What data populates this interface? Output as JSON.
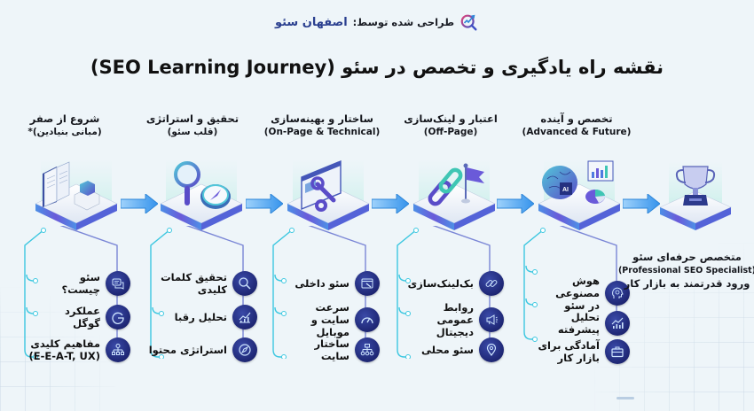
{
  "credit": {
    "prefix": "طراحی شده توسط:",
    "brand": "اصفهان سئو",
    "logo_icon": "seo-magnifier-chart-logo"
  },
  "title": "نقشه راه یادگیری و تخصص در سئو (SEO Learning Journey)",
  "colors": {
    "background": "#eef5f9",
    "icon_circle": "#1c2470",
    "branch_teal": "#3cc7e0",
    "branch_purple": "#7a86d6",
    "arrow": "#4aa8f0",
    "platform_edge": "#6f5ad8"
  },
  "stages": [
    {
      "title": "شروع از صفر",
      "subtitle": "(مبانی بنیادین)*",
      "illustration": "book-and-cube",
      "items": [
        {
          "label": "سئو چیست؟",
          "icon": "chat-bubbles-icon"
        },
        {
          "label": "عملکرد گوگل",
          "icon": "google-g-icon"
        },
        {
          "label": "مفاهیم کلیدی",
          "label2": "(E-E-A-T, UX)",
          "icon": "hierarchy-icon"
        }
      ]
    },
    {
      "title": "تحقیق و استراتژی",
      "subtitle": "(قلب سئو)",
      "illustration": "magnifier-and-compass",
      "items": [
        {
          "label": "تحقیق کلمات کلیدی",
          "icon": "search-icon"
        },
        {
          "label": "تحلیل رقبا",
          "icon": "growth-chart-icon"
        },
        {
          "label": "استراتژی محتوا",
          "icon": "compass-icon"
        }
      ]
    },
    {
      "title": "ساختار و بهینه‌سازی",
      "subtitle": "(On-Page & Technical)",
      "illustration": "browser-wrench-gear",
      "items": [
        {
          "label": "سئو داخلی",
          "icon": "browser-wrench-icon"
        },
        {
          "label": "سرعت سایت و",
          "label2": "موبایل",
          "icon": "speedometer-icon"
        },
        {
          "label": "ساختار سایت",
          "icon": "sitemap-icon"
        }
      ]
    },
    {
      "title": "اعتبار و لینک‌سازی",
      "subtitle": "(Off-Page)",
      "illustration": "chain-and-flag",
      "items": [
        {
          "label": "بک‌لینک‌سازی",
          "icon": "link-icon"
        },
        {
          "label": "روابط عمومی",
          "label2": "دیجیتال",
          "icon": "megaphone-icon"
        },
        {
          "label": "سئو محلی",
          "icon": "map-pin-icon"
        }
      ]
    },
    {
      "title": "تخصص و آینده",
      "subtitle": "(Advanced & Future)",
      "illustration": "ai-brain-and-charts",
      "items": [
        {
          "label": "هوش مصنوعی",
          "label2": "در سئو",
          "icon": "ai-head-icon"
        },
        {
          "label": "تحلیل پیشرفته",
          "icon": "analytics-icon"
        },
        {
          "label": "آمادگی برای",
          "label2": "بازار کار",
          "icon": "briefcase-icon"
        }
      ]
    }
  ],
  "final": {
    "illustration": "trophy",
    "title": "متخصص حرفه‌ای سئو",
    "subtitle": "(Professional SEO Specialist)",
    "tagline": "ورود قدرتمند به بازار کار"
  }
}
